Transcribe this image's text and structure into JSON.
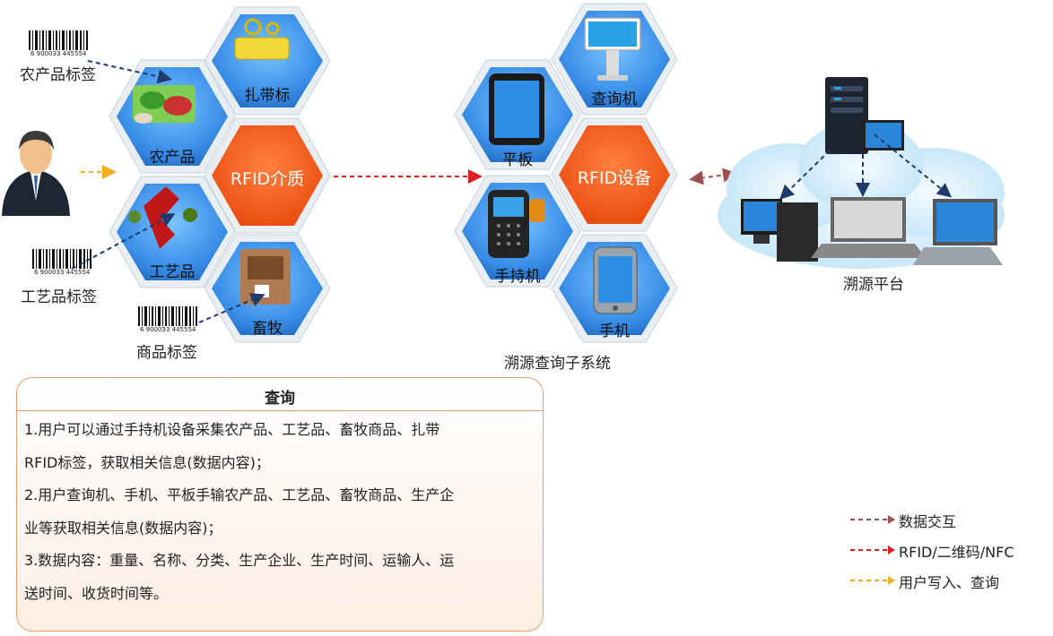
{
  "labels": {
    "agri_tag": "农产品标签",
    "craft_tag": "工艺品标签",
    "goods_tag": "商品标签",
    "subsystem": "溯源查询子系统",
    "platform": "溯源平台"
  },
  "hex_left": {
    "zhadai": "扎带标",
    "agri": "农产品",
    "medium": "RFID介质",
    "craft": "工艺品",
    "livestock": "畜牧"
  },
  "hex_right": {
    "kiosk": "查询机",
    "tablet": "平板",
    "device": "RFID设备",
    "handheld": "手持机",
    "phone": "手机"
  },
  "barcode": {
    "text": "6 900033 445554"
  },
  "panel": {
    "title": "查询",
    "lines": [
      "1.用户可以通过手持机设备采集农产品、工艺品、畜牧商品、扎带",
      "RFID标签，获取相关信息(数据内容)；",
      "2.用户查询机、手机、平板手输农产品、工艺品、畜牧商品、生产企",
      "业等获取相关信息(数据内容)；",
      "3.数据内容：重量、名称、分类、生产企业、生产时间、运输人、运",
      "送时间、收货时间等。"
    ]
  },
  "legend": [
    {
      "label": "数据交互",
      "color": "#a05050"
    },
    {
      "label": "RFID/二维码/NFC",
      "color": "#e02020"
    },
    {
      "label": "用户写入、查询",
      "color": "#f0b020"
    }
  ],
  "colors": {
    "hex_blue": "#3d93ee",
    "hex_orange": "#f25a1a",
    "panel_border": "#e0a070"
  }
}
